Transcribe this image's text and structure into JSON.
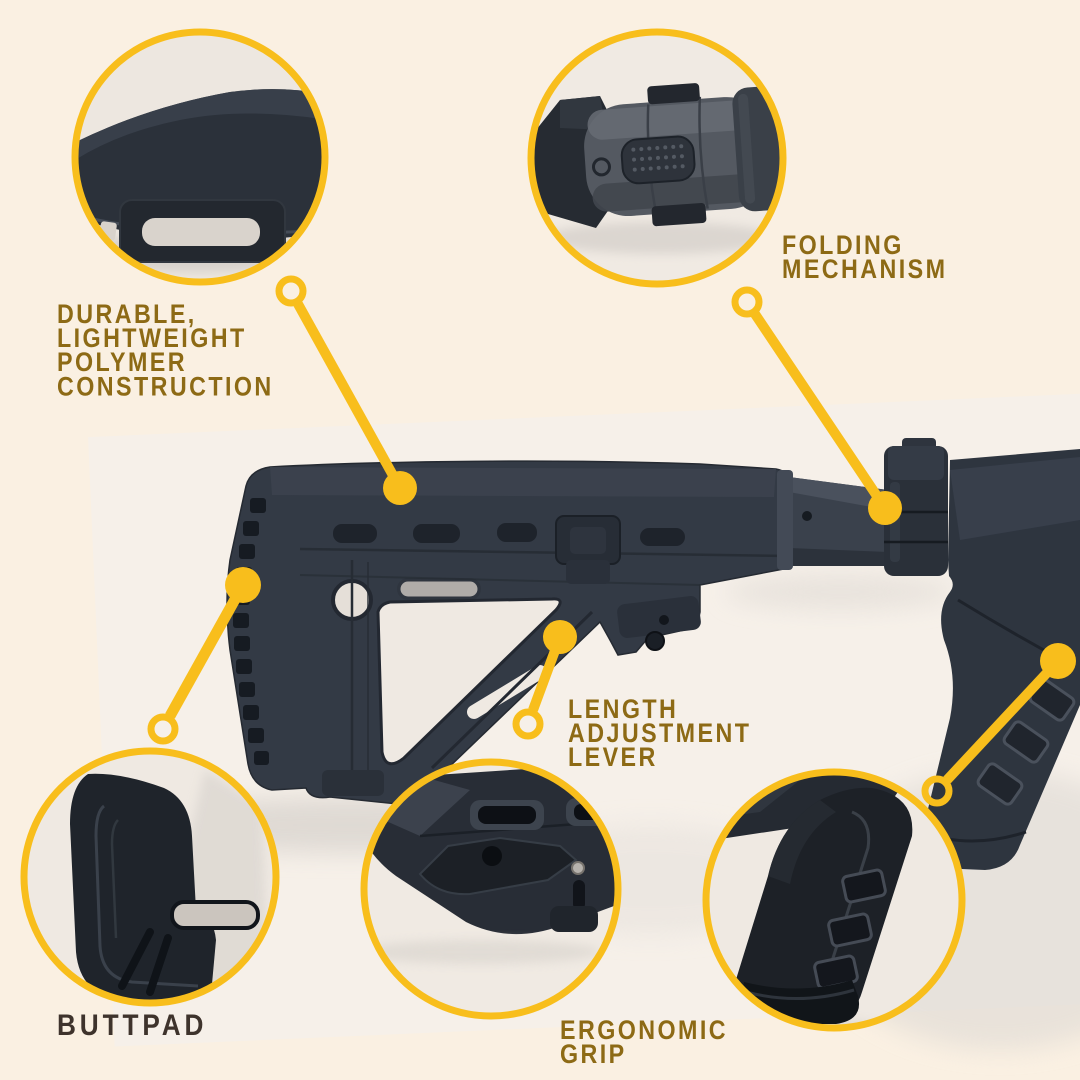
{
  "page": {
    "type": "product-feature-infographic",
    "subject": "Folding collapsible tactical buttstock with adjustable cheek stock, buffer tube, folding hinge and pistol grip"
  },
  "colors": {
    "background": "#FAF0E2",
    "accent_yellow": "#F8BE1C",
    "label_olive": "#8D6A15",
    "label_dark": "#3E332C",
    "rifle_charcoal": "#333A45"
  },
  "callouts": [
    {
      "id": "polymer-construction",
      "label_lines": [
        "DURABLE,",
        "LIGHTWEIGHT",
        "POLYMER",
        "CONSTRUCTION"
      ]
    },
    {
      "id": "folding-mechanism",
      "label_lines": [
        "FOLDING",
        "MECHANISM"
      ]
    },
    {
      "id": "length-adjustment",
      "label_lines": [
        "LENGTH",
        "ADJUSTMENT",
        "LEVER"
      ]
    },
    {
      "id": "buttpad",
      "label_lines": [
        "BUTTPAD"
      ]
    },
    {
      "id": "ergonomic-grip",
      "label_lines": [
        "ERGONOMIC",
        "GRIP"
      ]
    }
  ]
}
